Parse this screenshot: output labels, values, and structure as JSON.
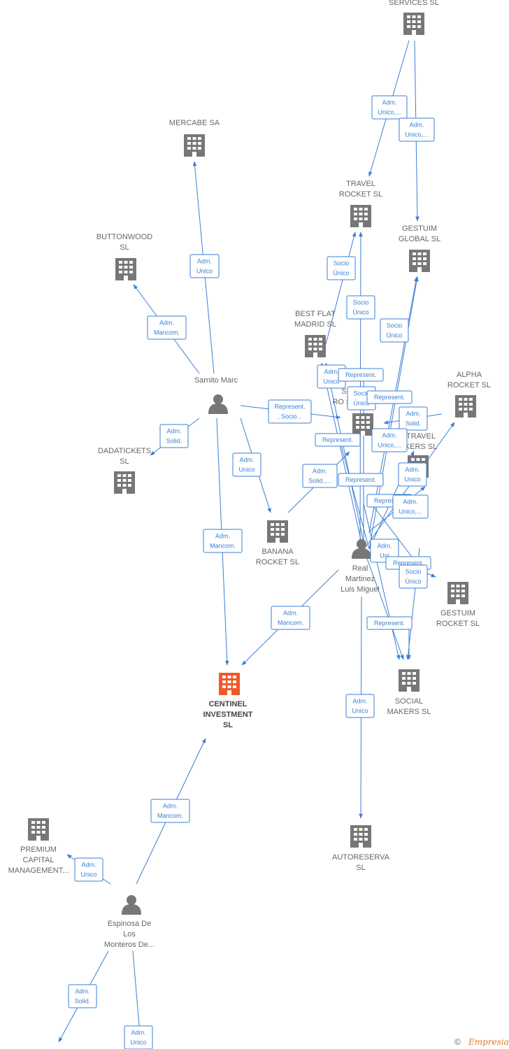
{
  "colors": {
    "accent": "#3b7fd4",
    "node_gray": "#777777",
    "main_node": "#f05a2a"
  },
  "nodes": [
    {
      "id": "services",
      "type": "company",
      "label": [
        "SERVICES  SL"
      ]
    },
    {
      "id": "mercabe",
      "type": "company",
      "label": [
        "MERCABE SA"
      ]
    },
    {
      "id": "travel_rocket",
      "type": "company",
      "label": [
        "TRAVEL",
        "ROCKET  SL"
      ]
    },
    {
      "id": "gestuim_global",
      "type": "company",
      "label": [
        "GESTUIM",
        "GLOBAL  SL"
      ]
    },
    {
      "id": "buttonwood",
      "type": "company",
      "label": [
        "BUTTONWOOD",
        "SL"
      ]
    },
    {
      "id": "best_flat",
      "type": "company",
      "label": [
        "BEST FLAT",
        "MADRID  SL"
      ]
    },
    {
      "id": "alpha_rocket",
      "type": "company",
      "label": [
        "ALPHA",
        "ROCKET  SL"
      ]
    },
    {
      "id": "sarnito",
      "type": "person",
      "label": [
        "Sarnito Marc"
      ]
    },
    {
      "id": "dadatickets",
      "type": "company",
      "label": [
        "DADATICKETS",
        "SL"
      ]
    },
    {
      "id": "hidden_rocket",
      "type": "company",
      "label": [
        "S",
        "RO    SL"
      ]
    },
    {
      "id": "travel_makers",
      "type": "company",
      "label": [
        "TRAVEL",
        "KERS SL"
      ]
    },
    {
      "id": "banana",
      "type": "company",
      "label": [
        "BANANA",
        "ROCKET  SL"
      ]
    },
    {
      "id": "real_martinez",
      "type": "person",
      "label": [
        "Real",
        "Martinez",
        "Luis Miguel"
      ]
    },
    {
      "id": "gestuim_rocket",
      "type": "company",
      "label": [
        "GESTUIM",
        "ROCKET  SL"
      ]
    },
    {
      "id": "centinel",
      "type": "main",
      "label": [
        "CENTINEL",
        "INVESTMENT",
        "SL"
      ]
    },
    {
      "id": "social_makers",
      "type": "company",
      "label": [
        "SOCIAL",
        "MAKERS  SL"
      ]
    },
    {
      "id": "autoreserva",
      "type": "company",
      "label": [
        "AUTORESERVA",
        "SL"
      ]
    },
    {
      "id": "premium",
      "type": "company",
      "label": [
        "PREMIUM",
        "CAPITAL",
        "MANAGEMENT..."
      ]
    },
    {
      "id": "espinosa",
      "type": "person",
      "label": [
        "Espinosa De",
        "Los",
        "Monteros De..."
      ]
    }
  ],
  "edges": [
    {
      "label": [
        "Adm.",
        "Unico,..."
      ]
    },
    {
      "label": [
        "Adm.",
        "Unico,..."
      ]
    },
    {
      "label": [
        "Adm.",
        "Unico"
      ]
    },
    {
      "label": [
        "Adm.",
        "Mancom."
      ]
    },
    {
      "label": [
        "Adm.",
        "Solid."
      ]
    },
    {
      "label": [
        "Represent.",
        ", Socio..."
      ]
    },
    {
      "label": [
        "Adm.",
        "Unico"
      ]
    },
    {
      "label": [
        "Adm.",
        "Mancom."
      ]
    },
    {
      "label": [
        "Socio",
        "Único"
      ]
    },
    {
      "label": [
        "Socio",
        "Único"
      ]
    },
    {
      "label": [
        "Socio",
        "Único"
      ]
    },
    {
      "label": [
        "Adm.",
        "Unico"
      ]
    },
    {
      "label": [
        "Represent."
      ]
    },
    {
      "label": [
        "Socio",
        "Único"
      ]
    },
    {
      "label": [
        "Represent."
      ]
    },
    {
      "label": [
        "Adm.",
        "Solid."
      ]
    },
    {
      "label": [
        "Represent."
      ]
    },
    {
      "label": [
        "Adm.",
        "Unico,..."
      ]
    },
    {
      "label": [
        "Adm.",
        "Solid.,..."
      ]
    },
    {
      "label": [
        "Adm.",
        "Unico"
      ]
    },
    {
      "label": [
        "Represent."
      ]
    },
    {
      "label": [
        "Represent."
      ]
    },
    {
      "label": [
        "Adm.",
        "Unico,..."
      ]
    },
    {
      "label": [
        "Adm.",
        "Uni"
      ]
    },
    {
      "label": [
        "Represent."
      ]
    },
    {
      "label": [
        "Socio",
        "Único"
      ]
    },
    {
      "label": [
        "Adm.",
        "Mancom."
      ]
    },
    {
      "label": [
        "Represent."
      ]
    },
    {
      "label": [
        "Adm.",
        "Unico"
      ]
    },
    {
      "label": [
        "Adm.",
        "Mancom."
      ]
    },
    {
      "label": [
        "Adm.",
        "Unico"
      ]
    },
    {
      "label": [
        "Adm.",
        "Solid."
      ]
    },
    {
      "label": [
        "Adm.",
        "Unico"
      ]
    }
  ],
  "branding": {
    "copyright": "©",
    "name": "Empresia"
  }
}
